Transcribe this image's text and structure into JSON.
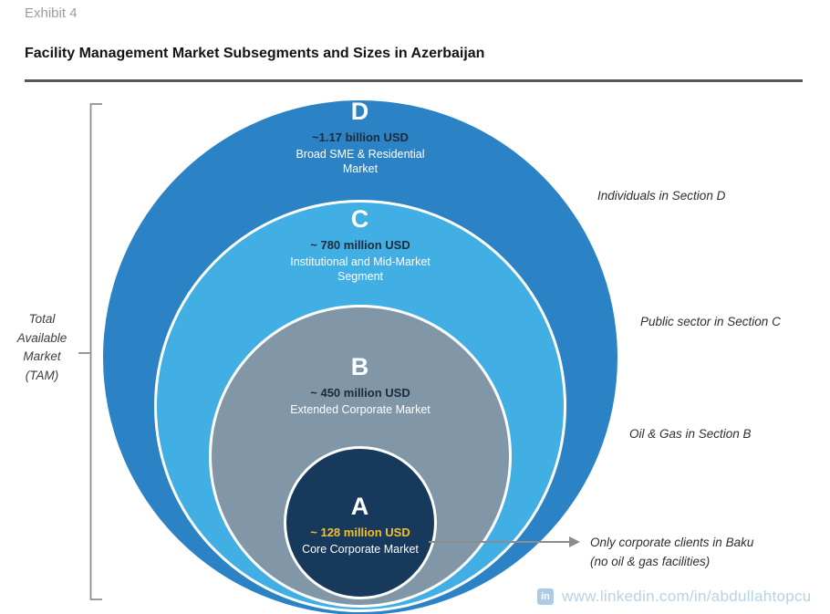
{
  "header": {
    "exhibit_label": "Exhibit 4",
    "title": "Facility Management Market Subsegments and Sizes in Azerbaijan"
  },
  "chart_data": {
    "type": "nested-circles",
    "title": "Facility Management Market Subsegments and Sizes in Azerbaijan",
    "unit": "USD",
    "bracket_label": "Total Available Market (TAM)",
    "segments": [
      {
        "id": "D",
        "value_label": "~1.17 billion USD",
        "value_million_usd": 1170,
        "name": "Broad SME & Residential Market",
        "fill": "#2B83C5",
        "value_text_color": "#1C2A3A",
        "annotation": "Individuals in Section D"
      },
      {
        "id": "C",
        "value_label": "~ 780 million USD",
        "value_million_usd": 780,
        "name": "Institutional and Mid-Market Segment",
        "fill": "#41AEE4",
        "value_text_color": "#1C2A3A",
        "annotation": "Public sector in Section C"
      },
      {
        "id": "B",
        "value_label": "~ 450 million USD",
        "value_million_usd": 450,
        "name": "Extended Corporate Market",
        "fill": "#8197A7",
        "value_text_color": "#1C2A3A",
        "annotation": "Oil & Gas in Section B"
      },
      {
        "id": "A",
        "value_label": "~ 128 million USD",
        "value_million_usd": 128,
        "name": "Core Corporate Market",
        "fill": "#17395C",
        "value_text_color": "#F2C029",
        "annotation": "Only corporate clients in Baku (no oil & gas facilities)"
      }
    ]
  },
  "tam": {
    "lines": [
      "Total",
      "Available",
      "Market",
      "(TAM)"
    ]
  },
  "annotations": {
    "d": "Individuals in Section D",
    "c": "Public sector in Section C",
    "b": "Oil & Gas in Section B",
    "a_line1": "Only corporate clients in Baku",
    "a_line2": "(no oil & gas facilities)"
  },
  "footer": {
    "linkedin_icon_label": "in",
    "linkedin_url": "www.linkedin.com/in/abdullahtopcu"
  },
  "colors": {
    "segment_d_fill": "#2B83C5",
    "segment_c_fill": "#41AEE4",
    "segment_b_fill": "#8197A7",
    "segment_a_fill": "#17395C",
    "gold_value": "#F2C029",
    "bracket_gray": "#8F8F8F",
    "linkedin_blue": "#B6D3E9"
  }
}
